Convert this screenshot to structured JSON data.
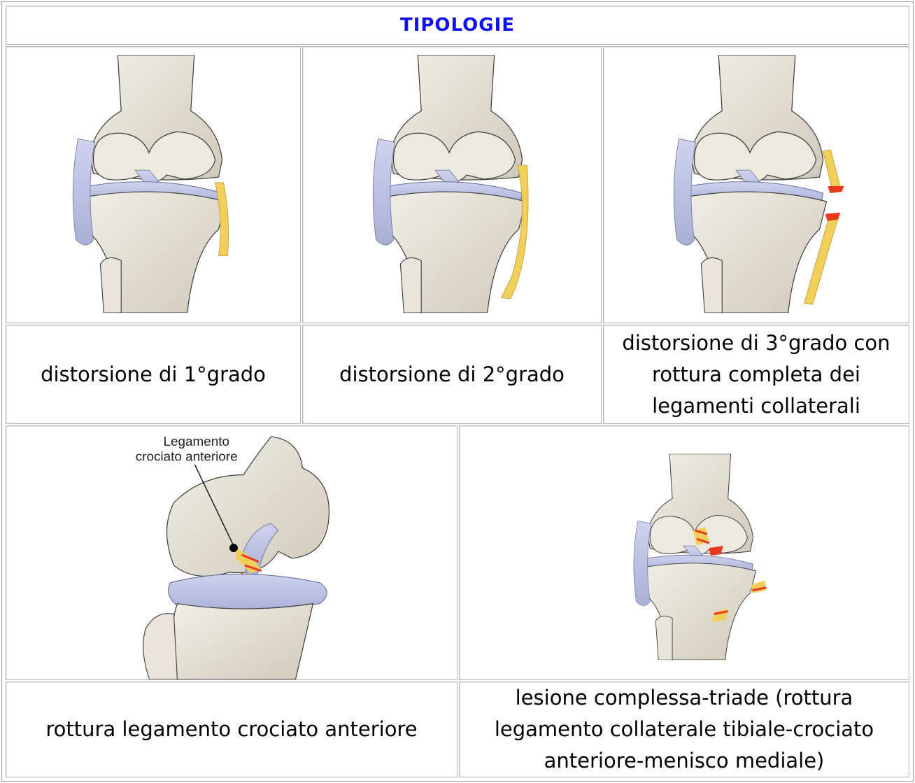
{
  "title": "TIPOLOGIE",
  "figures": [
    {
      "caption": "distorsione di 1°grado"
    },
    {
      "caption": "distorsione di 2°grado"
    },
    {
      "caption": "distorsione di 3°grado con rottura completa dei legamenti collaterali"
    },
    {
      "caption": "rottura legamento crociato anteriore",
      "label_line1": "Legamento",
      "label_line2": "crociato anteriore"
    },
    {
      "caption": "lesione complessa-triade (rottura legamento collaterale tibiale-crociato anteriore-menisco mediale)"
    }
  ],
  "colors": {
    "title": "#1010ff",
    "bone": "#e6e2d6",
    "ligament": "#b9bfe0",
    "injury_yellow": "#f2cf5a",
    "injury_red": "#e8381e"
  }
}
